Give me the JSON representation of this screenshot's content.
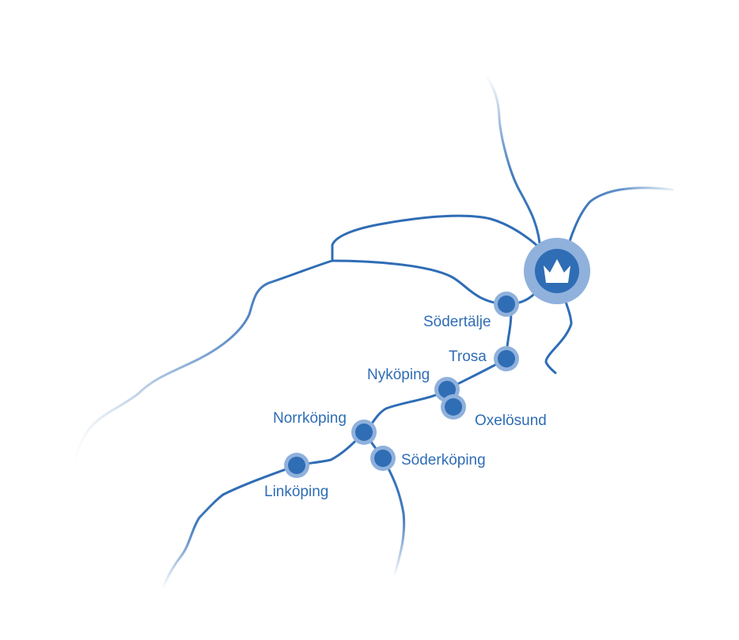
{
  "colors": {
    "route": "#2f6db5",
    "halo": "#8fb1dc",
    "hub": "#2f6db5",
    "background": "#ffffff"
  },
  "hub": {
    "icon": "crown-icon"
  },
  "cities": {
    "sodertalje": "Södertälje",
    "trosa": "Trosa",
    "nykoping": "Nyköping",
    "oxelosund": "Oxelösund",
    "norrkoping": "Norrköping",
    "soderkoping": "Söderköping",
    "linkoping": "Linköping"
  }
}
